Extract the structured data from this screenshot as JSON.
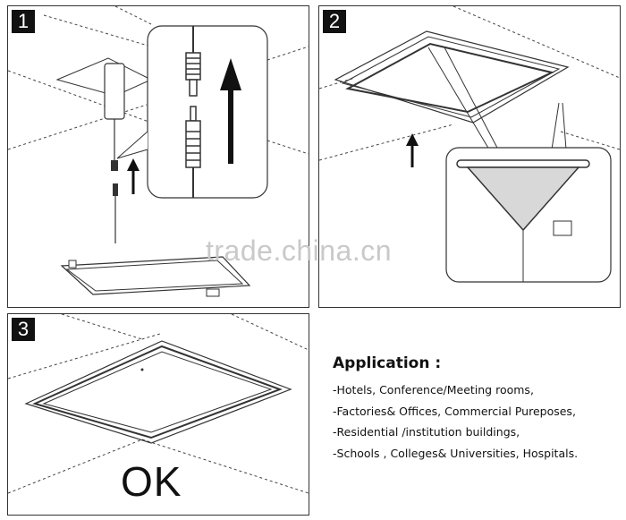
{
  "steps": [
    {
      "number": "1"
    },
    {
      "number": "2"
    },
    {
      "number": "3",
      "result_label": "OK"
    }
  ],
  "application": {
    "title": "Application :",
    "items": [
      "-Hotels, Conference/Meeting rooms,",
      "-Factories& Offices, Commercial Pureposes,",
      "-Residential /institution buildings,",
      "-Schools , Colleges& Universities, Hospitals."
    ]
  },
  "watermark": "trade.china.cn",
  "colors": {
    "line": "#333333",
    "badge": "#111111",
    "diffuser": "#d8d8d8",
    "watermark": "#c9c9c9"
  }
}
